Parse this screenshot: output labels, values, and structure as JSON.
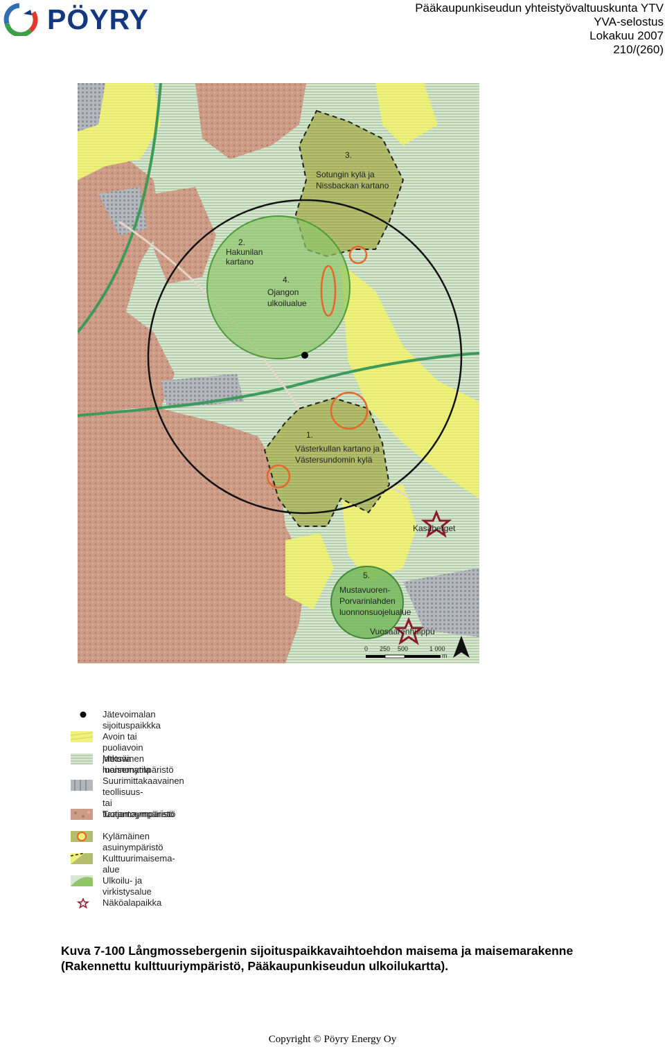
{
  "header": {
    "company": "PÖYRY",
    "line1": "Pääkaupunkiseudun yhteistyövaltuuskunta YTV",
    "line2": "YVA-selostus",
    "line3": "Lokakuu 2007",
    "page": "210/(260)"
  },
  "map": {
    "areas": {
      "a1_num": "1.",
      "a1_l1": "Västerkullan kartano ja",
      "a1_l2": "Västersundomin kylä",
      "a2_num": "2.",
      "a2_l1": "Hakunilan",
      "a2_l2": "kartano",
      "a3_num": "3.",
      "a3_l1": "Sotungin kylä ja",
      "a3_l2": "Nissbackan kartano",
      "a4_num": "4.",
      "a4_l1": "Ojangon",
      "a4_l2": "ulkoilualue",
      "a5_num": "5.",
      "a5_l1": "Mustavuoren-",
      "a5_l2": "Porvarinlahden",
      "a5_l3": "luonnonsuojelualue"
    },
    "viewpoints": {
      "v1": "Kasaberget",
      "v2": "Vuosaarenhuippu"
    },
    "scale": {
      "t0": "0",
      "t1": "250",
      "t2": "500",
      "t3": "1 000",
      "unit": "m"
    }
  },
  "legend": [
    {
      "label": "Jätevoimalan sijoituspaikkka",
      "icon": "dot-icon"
    },
    {
      "label": "Avoin tai puoliavoin jatkuva maisematila",
      "icon": "open-landscape-swatch"
    },
    {
      "label": "Metsäinen luonnonympäristö",
      "icon": "forest-swatch"
    },
    {
      "label": "Suurimittakaavainen teollisuus-\ntai tuotantoympäristö",
      "icon": "industrial-swatch"
    },
    {
      "label": "Taajamaympäristö",
      "icon": "urban-swatch"
    },
    {
      "label": "Kylämäinen asuinympäristö",
      "icon": "village-swatch"
    },
    {
      "label": "Kulttuurimaisema-alue",
      "icon": "cultural-landscape-swatch"
    },
    {
      "label": "Ulkoilu- ja virkistysalue",
      "icon": "recreation-swatch"
    },
    {
      "label": "Näköalapaikka",
      "icon": "star-icon"
    }
  ],
  "caption": {
    "line1": "Kuva 7-100 Långmossebergenin sijoituspaikkavaihtoehdon maisema ja maisemarakenne",
    "line2": "(Rakennettu kulttuuriympäristö, Pääkaupunkiseudun ulkoilukartta)."
  },
  "footer": "Copyright © Pöyry Energy Oy",
  "colors": {
    "brand_blue": "#14387f",
    "forest_green": "#c9dcc0",
    "urban_brown": "#c8957e",
    "open_yellow": "#eef07a",
    "cultural_olive": "#a9b763",
    "recreation_green": "#8fc66a",
    "orange_marker": "#e8652a",
    "star_red": "#8b1a2e"
  }
}
